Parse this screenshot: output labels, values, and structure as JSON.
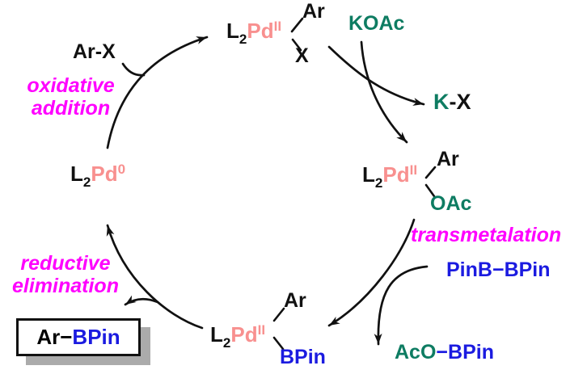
{
  "colors": {
    "background": "#FFFFFF",
    "pd": "#F8908F",
    "teal": "#0E7C62",
    "magenta": "#FF00FF",
    "blue": "#1B1BE0",
    "black": "#111111",
    "box_shadow": "#ABABAB"
  },
  "cycle": {
    "catalyst": {
      "l": "L",
      "l_sub": "2",
      "pd": "Pd",
      "ox_state": "0"
    },
    "top_complex": {
      "l": "L",
      "l_sub": "2",
      "pd": "Pd",
      "ox_state": "II",
      "ligand_top": "Ar",
      "ligand_bottom": "X"
    },
    "right_complex": {
      "l": "L",
      "l_sub": "2",
      "pd": "Pd",
      "ox_state": "II",
      "ligand_top": "Ar",
      "ligand_bottom": "OAc"
    },
    "bottom_complex": {
      "l": "L",
      "l_sub": "2",
      "pd": "Pd",
      "ox_state": "II",
      "ligand_top": "Ar",
      "ligand_bottom": "BPin"
    },
    "steps": {
      "oxidative_addition": {
        "line1": "oxidative",
        "line2": "addition"
      },
      "transmetalation": {
        "label": "transmetalation"
      },
      "reductive_elimination": {
        "line1": "reductive",
        "line2": "elimination"
      }
    },
    "reagents": {
      "aryl_halide": "Ar-X",
      "base": "KOAc",
      "salt_byproduct": {
        "k": "K",
        "x": "-X"
      },
      "diboron": {
        "left": "PinB",
        "bond": "−",
        "right": "BPin"
      },
      "acetate_byproduct": {
        "left": "AcO",
        "bond": "−",
        "right": "BPin"
      }
    },
    "product": {
      "left": "Ar",
      "bond": "−",
      "right": "BPin"
    }
  }
}
